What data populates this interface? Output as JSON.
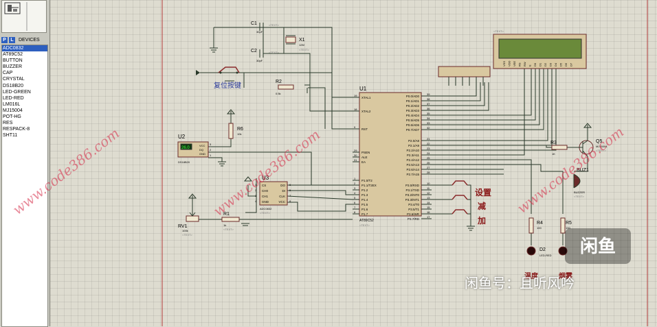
{
  "devices_header": {
    "p_label": "P",
    "l_label": "L",
    "title": "DEVICES"
  },
  "devices": [
    "ADC0832",
    "AT89C52",
    "BUTTON",
    "BUZZER",
    "CAP",
    "CRYSTAL",
    "DS18B20",
    "LED-GREEN",
    "LED-RED",
    "LM016L",
    "MJ15004",
    "POT-HG",
    "RES",
    "RESPACK-8",
    "SHT11"
  ],
  "selected_device_index": 0,
  "schematic": {
    "u1": {
      "ref": "U1",
      "part": "AT89C52",
      "text": "<TEXT>"
    },
    "u1_left_pins": [
      {
        "name": "XTAL1",
        "num": "19"
      },
      {
        "name": "XTAL2",
        "num": "18"
      },
      {
        "name": "RST",
        "num": "9"
      },
      {
        "name": "PSEN",
        "num": "29"
      },
      {
        "name": "ALE",
        "num": "30"
      },
      {
        "name": "EA",
        "num": "31"
      },
      {
        "name": "P1.0/T2",
        "num": "1"
      },
      {
        "name": "P1.1/T2EX",
        "num": "2"
      },
      {
        "name": "P1.2",
        "num": "3"
      },
      {
        "name": "P1.3",
        "num": "4"
      },
      {
        "name": "P1.4",
        "num": "5"
      },
      {
        "name": "P1.5",
        "num": "6"
      },
      {
        "name": "P1.6",
        "num": "7"
      },
      {
        "name": "P1.7",
        "num": "8"
      }
    ],
    "u1_right_pins": [
      {
        "name": "P0.0/AD0",
        "num": "39"
      },
      {
        "name": "P0.1/AD1",
        "num": "38"
      },
      {
        "name": "P0.2/AD2",
        "num": "37"
      },
      {
        "name": "P0.3/AD3",
        "num": "36"
      },
      {
        "name": "P0.4/AD4",
        "num": "35"
      },
      {
        "name": "P0.5/AD5",
        "num": "34"
      },
      {
        "name": "P0.6/AD6",
        "num": "33"
      },
      {
        "name": "P0.7/AD7",
        "num": "32"
      },
      {
        "name": "P2.0/A8",
        "num": "21"
      },
      {
        "name": "P2.1/A9",
        "num": "22"
      },
      {
        "name": "P2.2/A10",
        "num": "23"
      },
      {
        "name": "P2.3/A11",
        "num": "24"
      },
      {
        "name": "P2.4/A12",
        "num": "25"
      },
      {
        "name": "P2.5/A13",
        "num": "26"
      },
      {
        "name": "P2.6/A14",
        "num": "27"
      },
      {
        "name": "P2.7/A15",
        "num": "28"
      },
      {
        "name": "P3.0/RXD",
        "num": "10"
      },
      {
        "name": "P3.1/TXD",
        "num": "11"
      },
      {
        "name": "P3.2/INT0",
        "num": "12"
      },
      {
        "name": "P3.3/INT1",
        "num": "13"
      },
      {
        "name": "P3.4/T0",
        "num": "14"
      },
      {
        "name": "P3.5/T1",
        "num": "15"
      },
      {
        "name": "P3.6/WR",
        "num": "16"
      },
      {
        "name": "P3.7/RD",
        "num": "17"
      }
    ],
    "c1": {
      "ref": "C1",
      "value": "30pF",
      "text": "<TEXT>"
    },
    "c2": {
      "ref": "C2",
      "value": "30pF",
      "text": "<TEXT>"
    },
    "x1": {
      "ref": "X1",
      "value": "12M",
      "text": "<TEXT>"
    },
    "reset_label": "复位按键",
    "r2": {
      "ref": "R2",
      "value": "0.5k",
      "text": "<TEXT>"
    },
    "r6": {
      "ref": "R6",
      "value": "10k",
      "text": "<TEXT>"
    },
    "u2": {
      "ref": "U2",
      "part": "DS18B20",
      "display": "26.0",
      "pins": [
        "VCC",
        "DQ",
        "GND"
      ],
      "pin_nums": [
        "3",
        "2",
        "1"
      ]
    },
    "u3": {
      "ref": "U3",
      "part": "ADC0832",
      "text": "<TEXT>",
      "left_pins": [
        "CS",
        "CH0",
        "CH1",
        "GND"
      ],
      "right_pins": [
        "DO",
        "DI",
        "CLK",
        "VCC"
      ],
      "left_nums": [
        "1",
        "2",
        "3",
        "4"
      ],
      "right_nums": [
        "6",
        "5",
        "7",
        "8"
      ]
    },
    "rv1": {
      "ref": "RV1",
      "value": "100k",
      "text": "<TEXT>"
    },
    "r1": {
      "ref": "R1",
      "value": "1k",
      "text": "<TEXT>"
    },
    "r3": {
      "ref": "R3",
      "value": "1K",
      "text": "<TEXT>"
    },
    "q5": {
      "ref": "Q5",
      "part": "MJ15004",
      "text": "<TEXT>"
    },
    "buz1": {
      "ref": "BUZ1",
      "part": "BUZZER",
      "text": "<TEXT>"
    },
    "r4": {
      "ref": "R4",
      "value": "100",
      "text": "<TEXT>"
    },
    "r5": {
      "ref": "R5",
      "value": "100",
      "text": "<TEXT>"
    },
    "d2": {
      "ref": "D2",
      "part": "LED-RED"
    },
    "lcd_pins": [
      "VSS",
      "VDD",
      "VEE",
      "RS",
      "RW",
      "E",
      "D0",
      "D1",
      "D2",
      "D3",
      "D4",
      "D5",
      "D6",
      "D7"
    ],
    "lcd_text": "<TEXT>",
    "button_labels": [
      "设置",
      "减",
      "加"
    ],
    "led_label_1": "温度",
    "led_label_2": "烟雾"
  },
  "watermark": "www.code386.com",
  "overlay": {
    "logo": "闲鱼",
    "caption": "闲鱼号：且听风吟"
  }
}
